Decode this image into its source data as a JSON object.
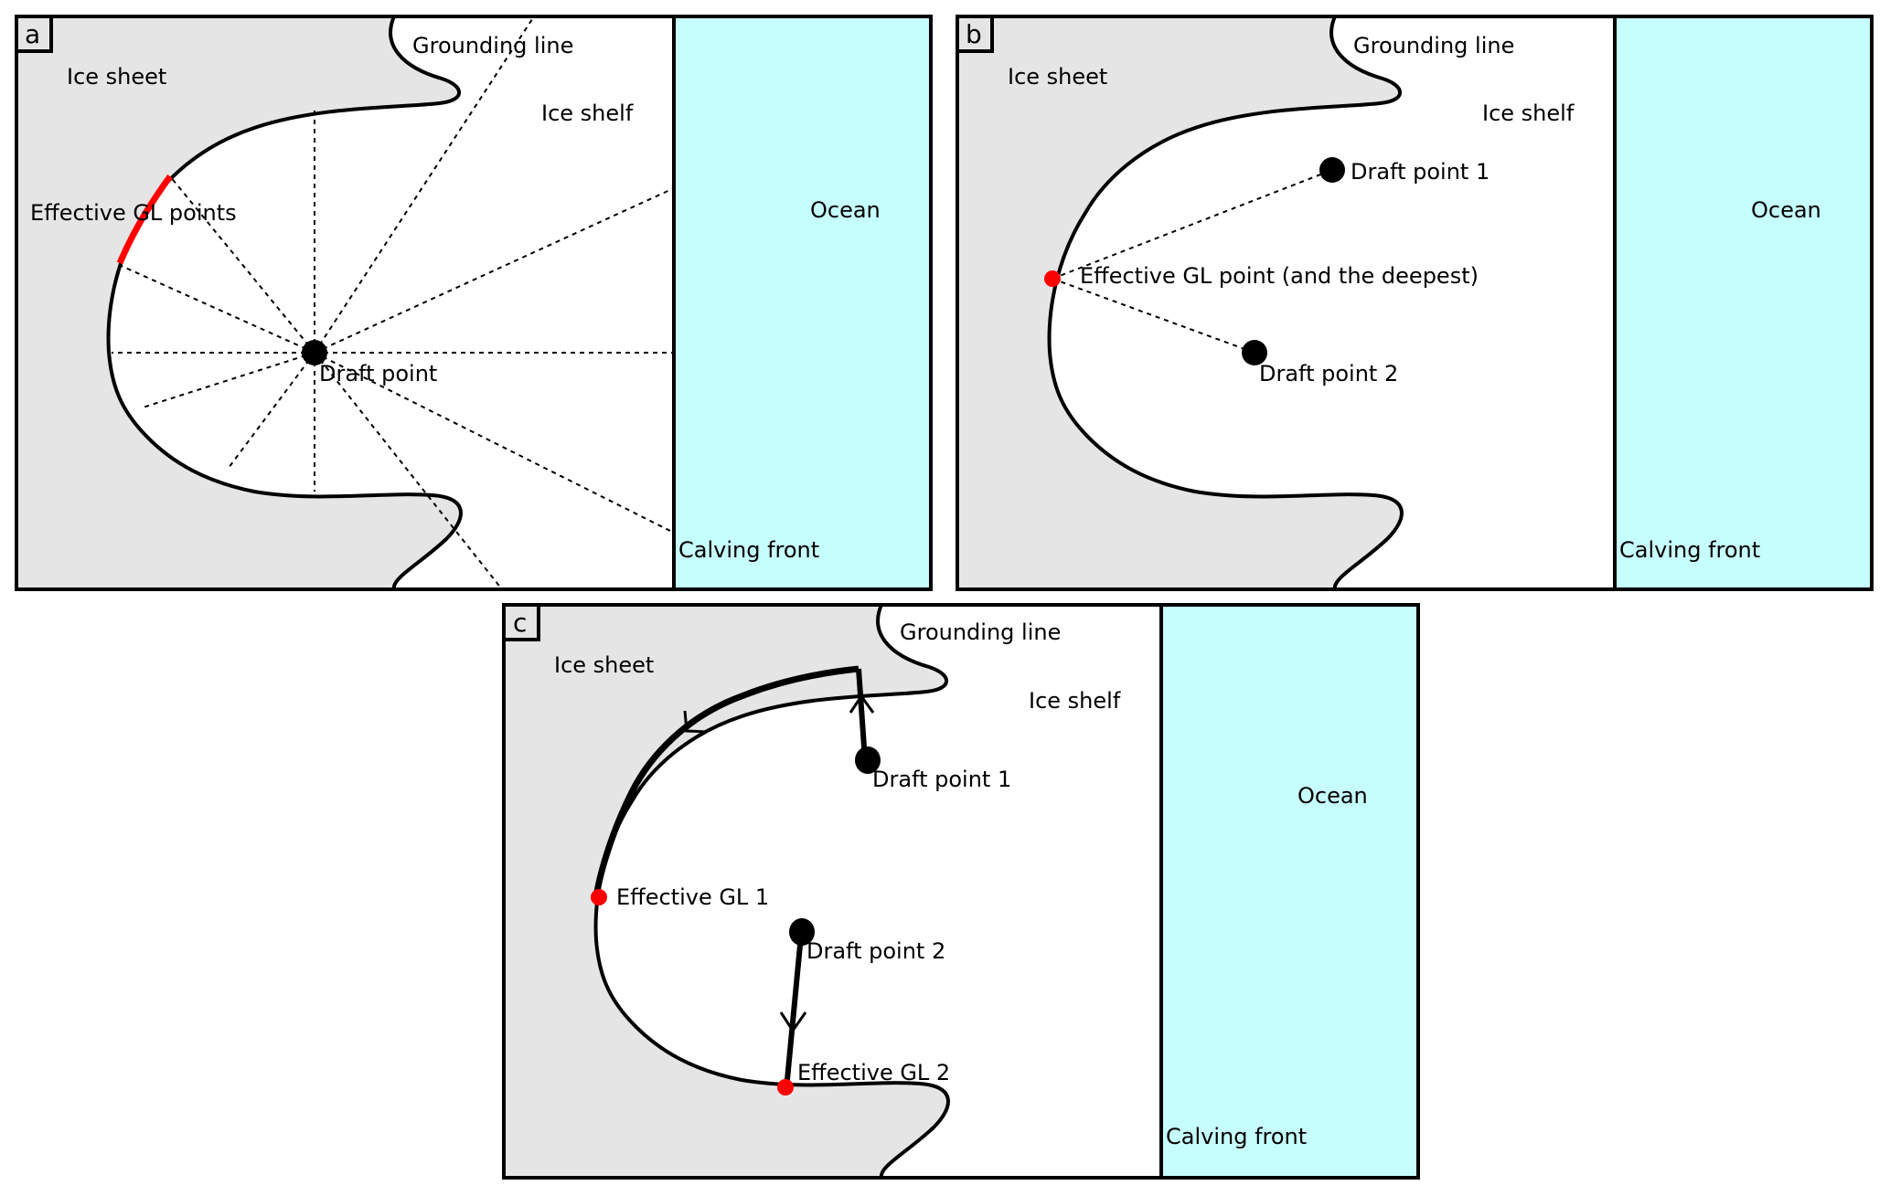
{
  "figure": {
    "colors": {
      "ice_sheet": "#e5e5e5",
      "ice_shelf": "#ffffff",
      "ocean": "#c6fdfd",
      "outline": "#000000",
      "effective_gl": "#ff0000",
      "draft_point": "#000000"
    },
    "panels": [
      {
        "id": "a",
        "tag": "a",
        "labels": {
          "ice_sheet": "Ice sheet",
          "grounding_line": "Grounding line",
          "ice_shelf": "Ice shelf",
          "ocean": "Ocean",
          "calving_front": "Calving front",
          "effective_gl": "Effective GL points",
          "draft_point": "Draft point"
        }
      },
      {
        "id": "b",
        "tag": "b",
        "labels": {
          "ice_sheet": "Ice sheet",
          "grounding_line": "Grounding line",
          "ice_shelf": "Ice shelf",
          "ocean": "Ocean",
          "calving_front": "Calving front",
          "effective_gl": "Effective GL point (and the deepest)",
          "draft_point_1": "Draft point 1",
          "draft_point_2": "Draft point 2"
        }
      },
      {
        "id": "c",
        "tag": "c",
        "labels": {
          "ice_sheet": "Ice sheet",
          "grounding_line": "Grounding line",
          "ice_shelf": "Ice shelf",
          "ocean": "Ocean",
          "calving_front": "Calving front",
          "draft_point_1": "Draft point 1",
          "draft_point_2": "Draft point 2",
          "effective_gl_1": "Effective GL 1",
          "effective_gl_2": "Effective GL 2"
        }
      }
    ]
  }
}
